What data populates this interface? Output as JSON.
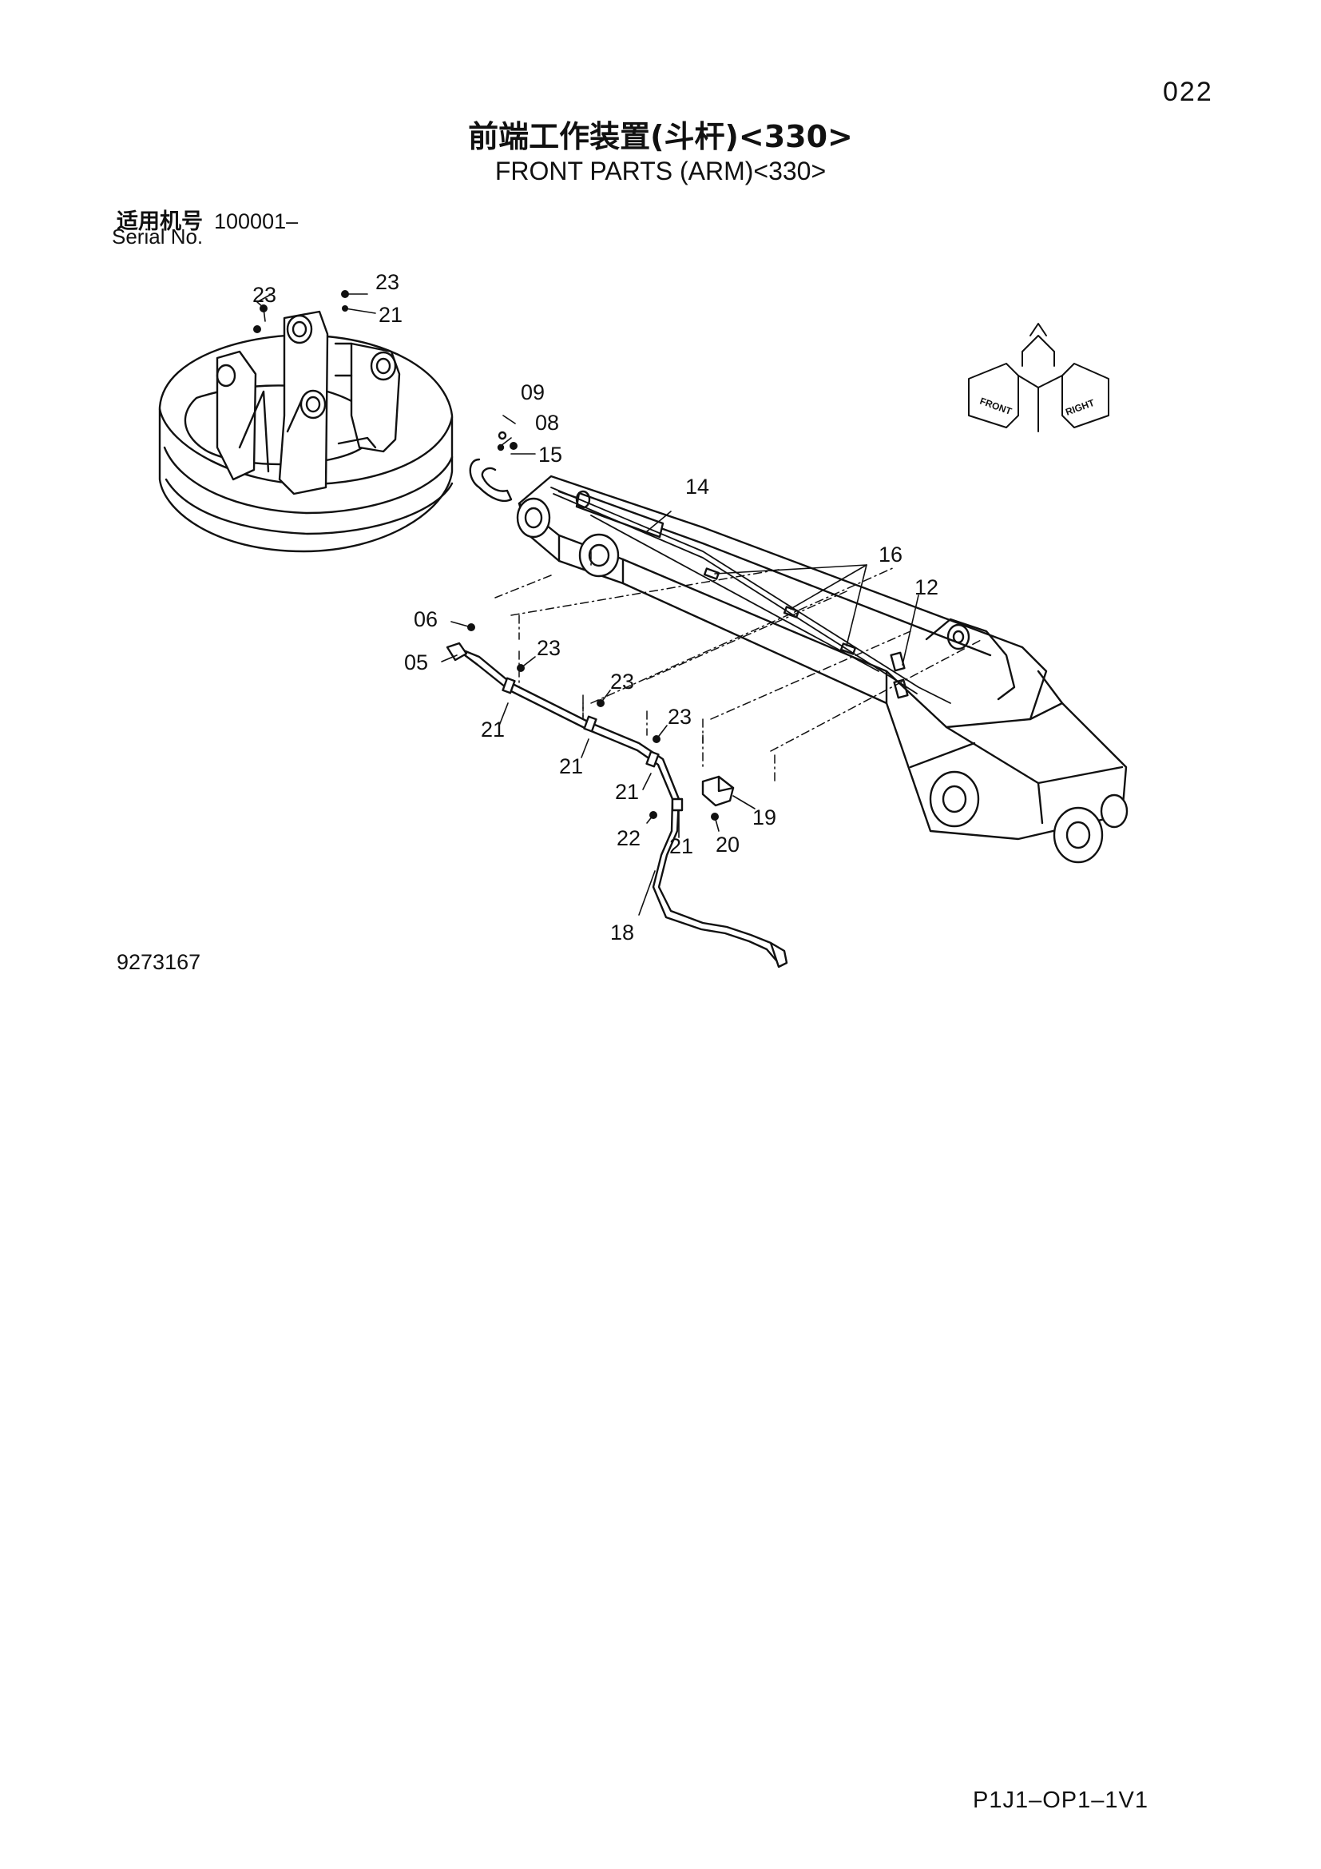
{
  "page_number": "022",
  "title_cn": "前端工作装置(斗杆)<330>",
  "title_en": "FRONT PARTS (ARM)<330>",
  "serial": {
    "label_cn": "适用机号",
    "range": "100001–",
    "label_en": "Serial No."
  },
  "drawing_number": "9273167",
  "page_code": "P1J1–OP1–1V1",
  "orientation": {
    "front": "FRONT",
    "right": "RIGHT"
  },
  "callouts": [
    "23",
    "21",
    "23",
    "09",
    "08",
    "15",
    "14",
    "16",
    "12",
    "06",
    "05",
    "23",
    "21",
    "23",
    "21",
    "23",
    "21",
    "22",
    "21",
    "19",
    "20",
    "18"
  ]
}
